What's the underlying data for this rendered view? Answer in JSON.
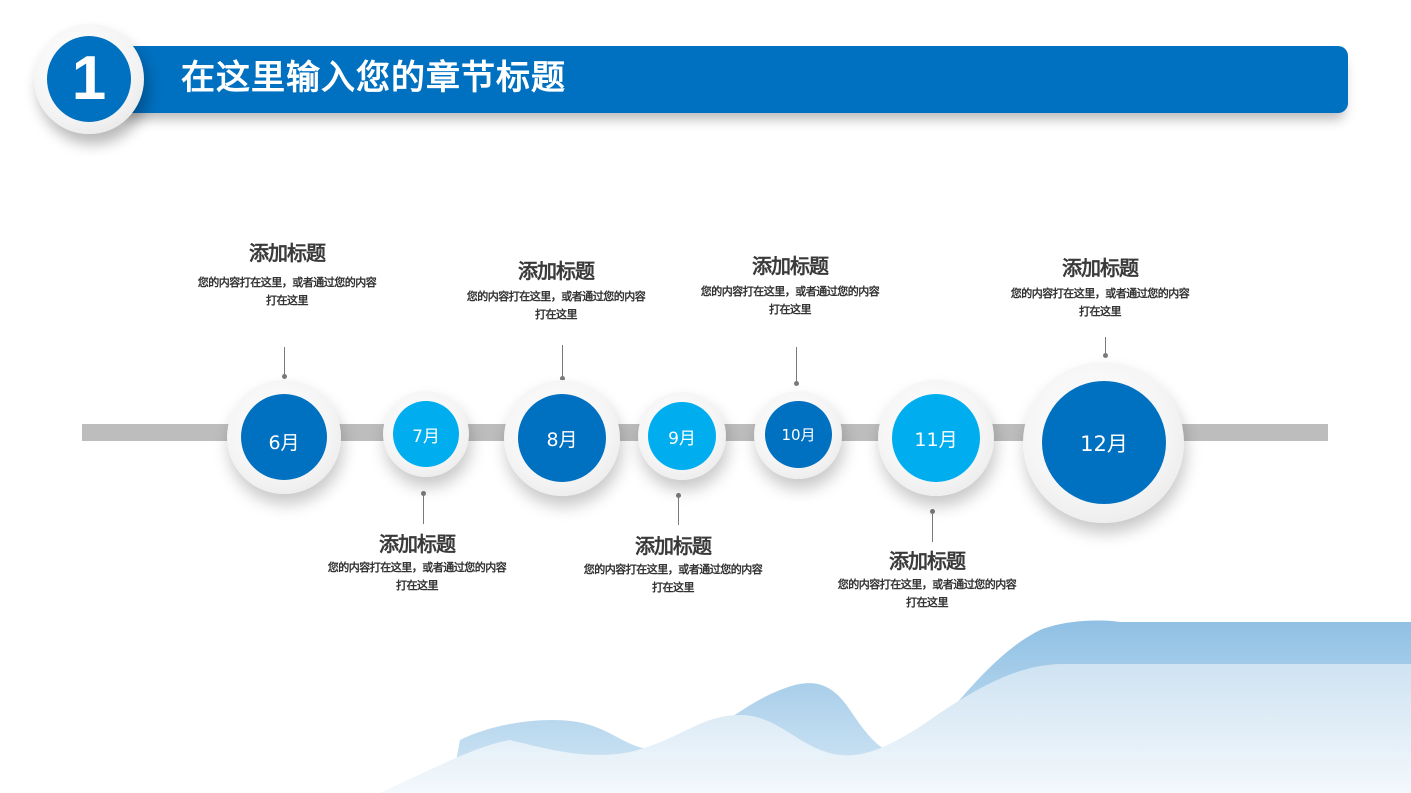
{
  "header": {
    "section_number": "1",
    "title": "在这里输入您的章节标题"
  },
  "colors": {
    "primary_blue": "#0070C0",
    "light_blue": "#00AEEF",
    "track_gray": "#BDBDBD",
    "wave_blue": "#9DC8E7"
  },
  "timeline": {
    "nodes": [
      {
        "month": "6月",
        "color": "dark",
        "label_position": "top"
      },
      {
        "month": "7月",
        "color": "light",
        "label_position": "bottom"
      },
      {
        "month": "8月",
        "color": "dark",
        "label_position": "top"
      },
      {
        "month": "9月",
        "color": "light",
        "label_position": "bottom"
      },
      {
        "month": "10月",
        "color": "dark",
        "label_position": "top"
      },
      {
        "month": "11月",
        "color": "light",
        "label_position": "bottom"
      },
      {
        "month": "12月",
        "color": "dark",
        "label_position": "top"
      }
    ],
    "labels": [
      {
        "title": "添加标题",
        "desc": "您的内容打在这里，或者通过您的内容打在这里"
      },
      {
        "title": "添加标题",
        "desc": "您的内容打在这里，或者通过您的内容打在这里"
      },
      {
        "title": "添加标题",
        "desc": "您的内容打在这里，或者通过您的内容打在这里"
      },
      {
        "title": "添加标题",
        "desc": "您的内容打在这里，或者通过您的内容打在这里"
      },
      {
        "title": "添加标题",
        "desc": "您的内容打在这里，或者通过您的内容打在这里"
      },
      {
        "title": "添加标题",
        "desc": "您的内容打在这里，或者通过您的内容打在这里"
      },
      {
        "title": "添加标题",
        "desc": "您的内容打在这里，或者通过您的内容打在这里"
      }
    ]
  }
}
